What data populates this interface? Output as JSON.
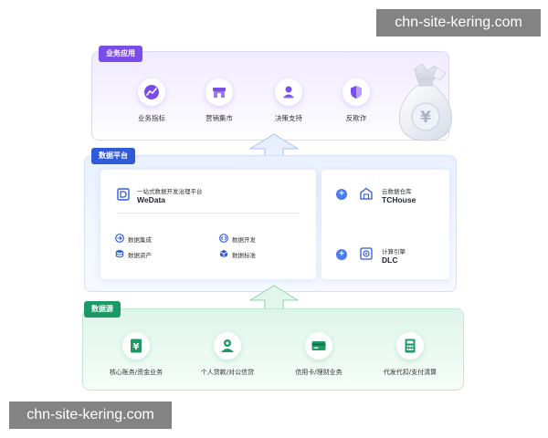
{
  "watermark": "chn-site-kering.com",
  "business": {
    "tag": "业务应用",
    "items": [
      {
        "label": "业务指标",
        "icon": "trend-chart-icon"
      },
      {
        "label": "营销集市",
        "icon": "store-icon"
      },
      {
        "label": "决策支持",
        "icon": "user-support-icon"
      },
      {
        "label": "反欺诈",
        "icon": "shield-icon"
      }
    ],
    "illustration": "money-bag-icon"
  },
  "platform": {
    "tag": "数据平台",
    "main_product": {
      "subtitle": "一站式数据开发治理平台",
      "name": "WeData",
      "icon": "wedata-icon"
    },
    "features": [
      {
        "label": "数据集成",
        "icon": "integration-icon"
      },
      {
        "label": "数据开发",
        "icon": "develop-icon"
      },
      {
        "label": "数据资产",
        "icon": "database-icon"
      },
      {
        "label": "数据标准",
        "icon": "cube-icon"
      }
    ],
    "side_products": [
      {
        "subtitle": "云数据仓库",
        "name": "TCHouse",
        "icon": "warehouse-icon"
      },
      {
        "subtitle": "计算引擎",
        "name": "DLC",
        "icon": "engine-icon"
      }
    ]
  },
  "source": {
    "tag": "数据源",
    "items": [
      {
        "label": "核心账务/资金业务",
        "icon": "yuan-document-icon"
      },
      {
        "label": "个人贷款/对公信贷",
        "icon": "person-loan-icon"
      },
      {
        "label": "信用卡/理财业务",
        "icon": "credit-card-icon"
      },
      {
        "label": "代发代扣/支付清算",
        "icon": "calculator-icon"
      }
    ]
  },
  "colors": {
    "business": "#7a4de8",
    "platform": "#2f5bd8",
    "source": "#1c9a65"
  }
}
